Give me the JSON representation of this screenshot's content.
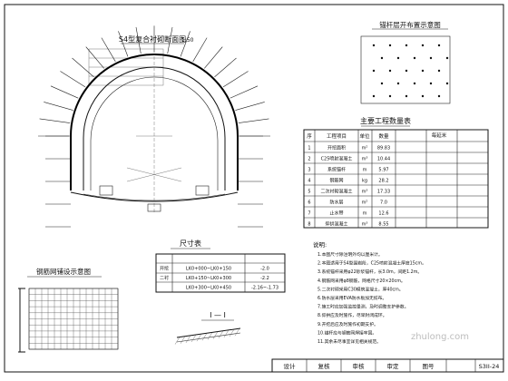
{
  "drawing": {
    "section_title": "S4型复合衬砌断面图",
    "section_scale": "1:50",
    "anchor_layout_title": "锚杆层开布置示意图",
    "quantity_table": {
      "title": "主要工程数量表",
      "group_head": "每延米",
      "headers": [
        "序",
        "工程项目",
        "单位",
        "数量",
        "",
        ""
      ],
      "rows": [
        {
          "no": "1",
          "item": "开挖面积",
          "unit": "m²",
          "qty": "89.83",
          "extra": ""
        },
        {
          "no": "2",
          "item": "C25喷射混凝土",
          "unit": "m³",
          "qty": "10.44",
          "extra": ""
        },
        {
          "no": "3",
          "item": "系统锚杆",
          "unit": "m",
          "qty": "5.97",
          "extra": ""
        },
        {
          "no": "4",
          "item": "钢筋网",
          "unit": "kg",
          "qty": "28.2",
          "extra": ""
        },
        {
          "no": "5",
          "item": "二次衬砌混凝土",
          "unit": "m³",
          "qty": "17.33",
          "extra": ""
        },
        {
          "no": "6",
          "item": "防水层",
          "unit": "m²",
          "qty": "7.0",
          "extra": ""
        },
        {
          "no": "7",
          "item": "止水带",
          "unit": "m",
          "qty": "12.6",
          "extra": ""
        },
        {
          "no": "8",
          "item": "仰拱混凝土",
          "unit": "m³",
          "qty": "8.55",
          "extra": ""
        }
      ]
    },
    "dimension_table": {
      "title": "尺寸表",
      "rows": [
        {
          "k": "",
          "a": "",
          "b": ""
        },
        {
          "k": "开挖",
          "a": "LK0+000~LK0+150",
          "b": "-2.0"
        },
        {
          "k": "二衬",
          "a": "LK0+150~LK0+300",
          "b": "-2.2"
        },
        {
          "k": "",
          "a": "LK0+300~LK0+450",
          "b": "-2.16~-1.73"
        }
      ]
    },
    "mesh_title": "钢筋网铺设示意图",
    "section_mark": "I — I",
    "notes": {
      "title": "说明:",
      "lines": [
        "1.本图尺寸除注明外均以厘米计。",
        "2.本图适用于S4型围岩段，C25喷射混凝土厚度15cm。",
        "3.系统锚杆采用φ22砂浆锚杆，长3.0m，间距1.2m。",
        "4.钢筋网采用φ8钢筋，网格尺寸20×20cm。",
        "5.二次衬砌采用C30模筑混凝土，厚40cm。",
        "6.防水层采用EVA防水板加无纺布。",
        "7.施工时应加强监控量测，及时调整支护参数。",
        "8.仰拱应及时施作，尽早封闭成环。",
        "9.开挖后应及时施作初期支护。",
        "10.锚杆应与钢筋网焊接牢固。",
        "11.其余未尽事宜详见相关规范。"
      ]
    },
    "title_block": {
      "design": "设计",
      "review": "复核",
      "approve": "审核",
      "final": "审定",
      "sheet_label": "图号",
      "sheet_no": "S3II-24"
    },
    "watermark": "zhulong.com"
  }
}
